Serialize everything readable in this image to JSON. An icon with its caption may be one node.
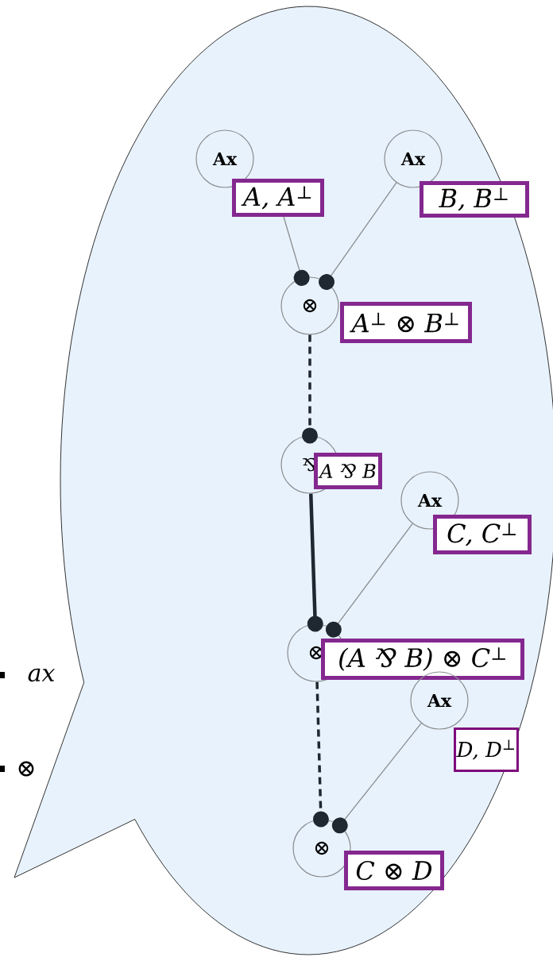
{
  "diagram": {
    "nodes": [
      {
        "text": [],
        "shape": "bubble"
      },
      {
        "text": [
          "Ax"
        ],
        "in": 0
      },
      {
        "text": [
          "A, A$^{⊥}$"
        ],
        "in": 0
      },
      {
        "text": [
          "Ax"
        ],
        "in": 0
      },
      {
        "text": [
          "B, B$^{⊥}$"
        ],
        "in": 0
      },
      {
        "text": [
          "⊗"
        ],
        "in": 0
      },
      {
        "text": [
          "A$^{⊥}$ ⊗ B$^{⊥}$"
        ],
        "in": 0
      },
      {
        "text": [
          "⅋"
        ],
        "in": 0
      },
      {
        "text": [
          "A ⅋ B"
        ],
        "in": 0
      },
      {
        "text": [
          "Ax"
        ],
        "in": 0
      },
      {
        "text": [
          "C, C$^{⊥}$"
        ],
        "in": 0
      },
      {
        "text": [
          "⊗"
        ],
        "in": 0
      },
      {
        "text": [
          "(A ⅋ B) ⊗ C$^{⊥}$"
        ],
        "in": 0
      },
      {
        "text": [
          "Ax"
        ],
        "in": 0
      },
      {
        "text": [
          "D, D$^{⊥}$"
        ],
        "in": 0
      },
      {
        "text": [
          "⊗"
        ],
        "in": 0
      },
      {
        "text": [
          "C ⊗ D"
        ],
        "in": 0
      }
    ],
    "edges": [
      {
        "from": 2,
        "to": 5,
        "arrow": "other"
      },
      {
        "from": 3,
        "to": 5,
        "arrow": "other"
      },
      {
        "from": 5,
        "to": 7,
        "arrow": "other",
        "style": "dashed",
        "color": "#1f2831"
      },
      {
        "from": 7,
        "to": 11,
        "arrow": "other",
        "style": "thick",
        "color": "#1f2831"
      },
      {
        "from": 9,
        "to": 11,
        "arrow": "other"
      },
      {
        "from": 11,
        "to": 15,
        "arrow": "other",
        "style": "dashed",
        "color": "#1f2831"
      },
      {
        "from": 13,
        "to": 15,
        "arrow": "other"
      }
    ],
    "labels": [
      "ax",
      "⊗"
    ]
  }
}
